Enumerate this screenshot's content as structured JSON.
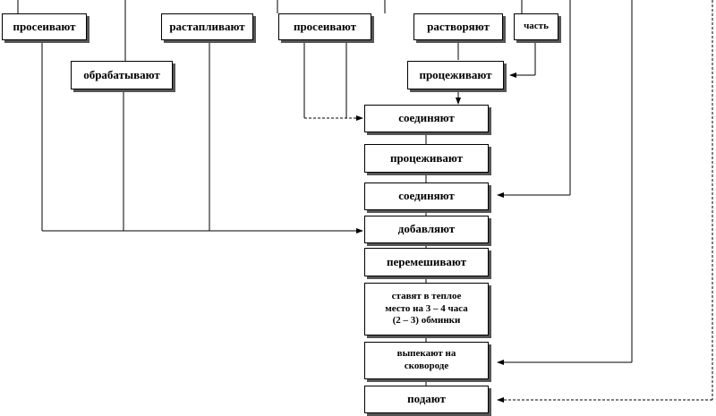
{
  "colors": {
    "line": "#000000",
    "box_border": "#000000",
    "box_shadow": "#555555"
  },
  "top_steps": [
    "просеивают",
    "обрабатывают",
    "растапливают",
    "просеивают",
    "растворяют",
    "часть"
  ],
  "middle_step": "процеживают",
  "main_steps": [
    "соединяют",
    "процеживают",
    "соединяют",
    "добавляют",
    "перемешивают",
    "ставят в теплое\nместо на 3 – 4 часа\n(2 – 3) обминки",
    "выпекают на\nсковороде",
    "подают"
  ]
}
